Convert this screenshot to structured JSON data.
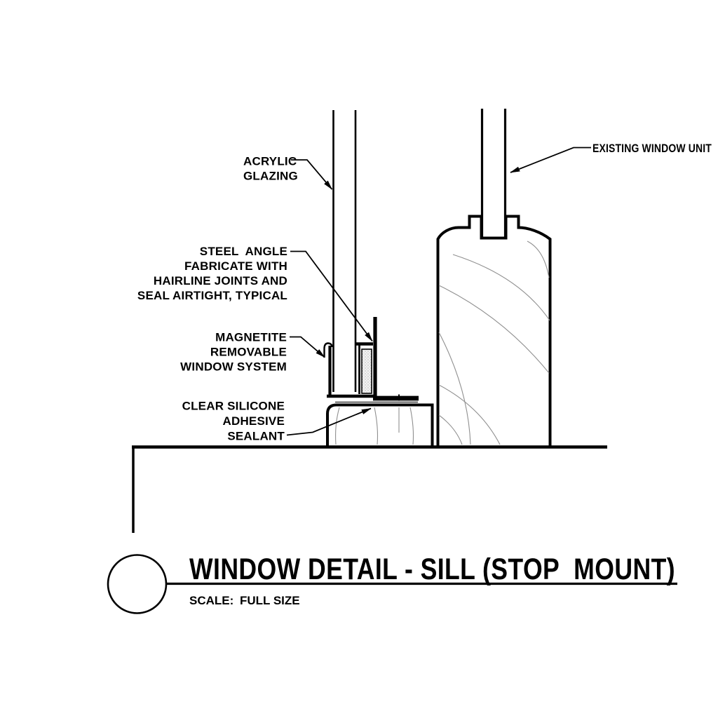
{
  "drawing": {
    "labels": {
      "acrylic_glazing": {
        "lines": [
          "ACRYLIC",
          "GLAZING"
        ]
      },
      "steel_angle": {
        "lines": [
          "STEEL  ANGLE",
          "FABRICATE WITH",
          "HAIRLINE JOINTS AND",
          "SEAL AIRTIGHT, TYPICAL"
        ]
      },
      "magnetite": {
        "lines": [
          "MAGNETITE",
          "REMOVABLE",
          "WINDOW SYSTEM"
        ]
      },
      "silicone": {
        "lines": [
          "CLEAR SILICONE",
          "ADHESIVE",
          "SEALANT"
        ]
      },
      "existing_window": {
        "lines": [
          "EXISTING WINDOW UNIT"
        ]
      }
    },
    "title_block": {
      "title": "WINDOW DETAIL - SILL (STOP  MOUNT)",
      "scale_label": "SCALE:",
      "scale_value": "FULL SIZE"
    },
    "colors": {
      "ink": "#000000",
      "wood_grain": "#8f8f8f",
      "background": "#ffffff"
    }
  }
}
